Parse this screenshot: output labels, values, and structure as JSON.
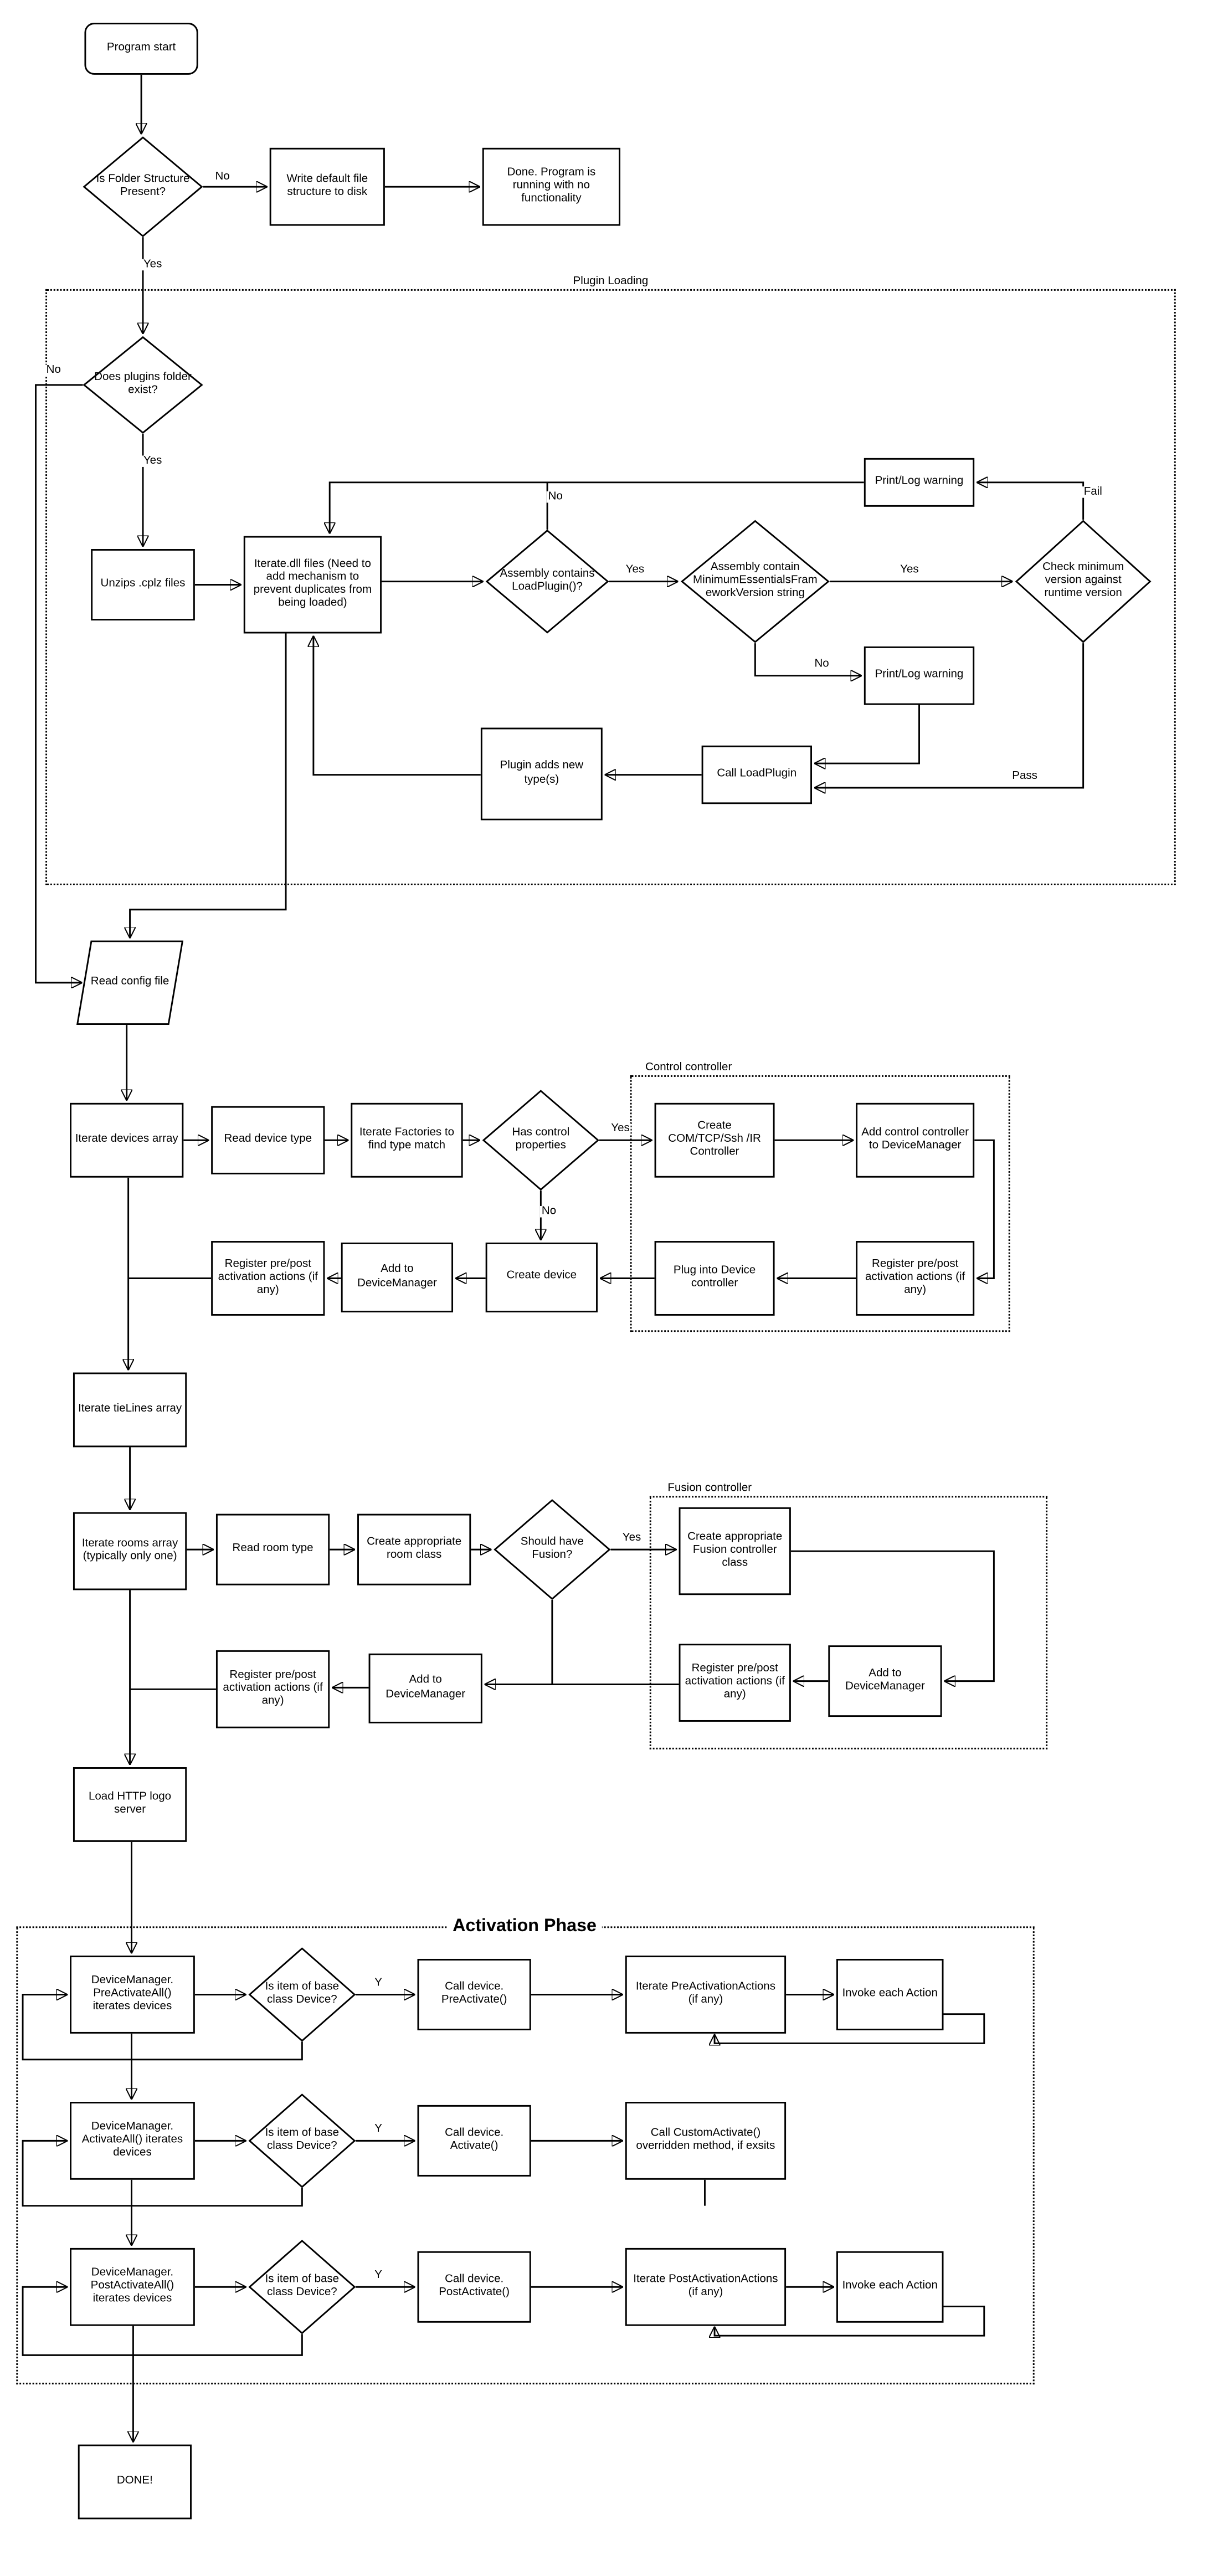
{
  "diagram": {
    "containers": {
      "plugin_loading": "Plugin Loading",
      "control_controller": "Control controller",
      "fusion_controller": "Fusion controller",
      "activation_phase": "Activation Phase"
    },
    "nodes": {
      "program_start": "Program start",
      "folder_check": "Is Folder Structure Present?",
      "write_default": "Write default file structure to disk",
      "done_no_functionality": "Done. Program is running with no functionality",
      "plugins_folder": "Does plugins folder exist?",
      "unzip_cplz": "Unzips .cplz files",
      "iterate_dll": "Iterate.dll files (Need to add mechanism to prevent duplicates from being loaded)",
      "asm_loadplugin": "Assembly contains LoadPlugin()?",
      "asm_minver": "Assembly contain MinimumEssentialsFrameworkVersion string",
      "check_min": "Check minimum version against runtime version",
      "warn_fail": "Print/Log warning",
      "warn_no_string": "Print/Log warning",
      "call_loadplugin": "Call LoadPlugin",
      "plugin_adds": "Plugin adds new type(s)",
      "read_config": "Read config file",
      "iterate_devices": "Iterate devices array",
      "read_device_type": "Read device type",
      "iterate_factories": "Iterate Factories to find type match",
      "has_control": "Has control properties",
      "create_controller": "Create COM/TCP/Ssh /IR Controller",
      "add_control_dm": "Add control controller to DeviceManager",
      "register_control": "Register pre/post activation actions (if any)",
      "plug_into": "Plug into Device controller",
      "create_device": "Create device",
      "add_dm_device": "Add to DeviceManager",
      "register_device": "Register pre/post activation actions (if any)",
      "iterate_tielines": "Iterate tieLines array",
      "iterate_rooms": "Iterate rooms array (typically only one)",
      "read_room_type": "Read room type",
      "create_room": "Create appropriate room class",
      "should_fusion": "Should have Fusion?",
      "create_fusion": "Create appropriate Fusion controller class",
      "add_dm_fusion": "Add to DeviceManager",
      "register_fusion": "Register pre/post activation actions (if any)",
      "add_dm_room": "Add to DeviceManager",
      "register_room": "Register pre/post activation actions (if any)",
      "load_http": "Load HTTP logo server",
      "dm_preactivate": "DeviceManager. PreActivateAll() iterates devices",
      "is_base_1": "Is item of base class Device?",
      "call_preactivate": "Call device. PreActivate()",
      "iterate_preactions": "Iterate PreActivationActions (if any)",
      "invoke_action_1": "Invoke each Action",
      "dm_activate": "DeviceManager. ActivateAll() iterates devices",
      "is_base_2": "Is item of base class Device?",
      "call_activate": "Call device. Activate()",
      "call_custom": "Call CustomActivate() overridden method, if exsits",
      "dm_postactivate": "DeviceManager. PostActivateAll() iterates devices",
      "is_base_3": "Is item of base class Device?",
      "call_postactivate": "Call device. PostActivate()",
      "iterate_postactions": "Iterate PostActivationActions (if any)",
      "invoke_action_2": "Invoke each Action",
      "done_final": "DONE!"
    },
    "edge_labels": {
      "folder_no": "No",
      "folder_yes": "Yes",
      "plugins_no": "No",
      "plugins_yes": "Yes",
      "loadplugin_no": "No",
      "loadplugin_yes": "Yes",
      "minver_yes": "Yes",
      "minver_no": "No",
      "check_fail": "Fail",
      "check_pass": "Pass",
      "control_yes": "Yes",
      "control_no": "No",
      "fusion_yes": "Yes",
      "base1_y": "Y",
      "base2_y": "Y",
      "base3_y": "Y"
    }
  }
}
